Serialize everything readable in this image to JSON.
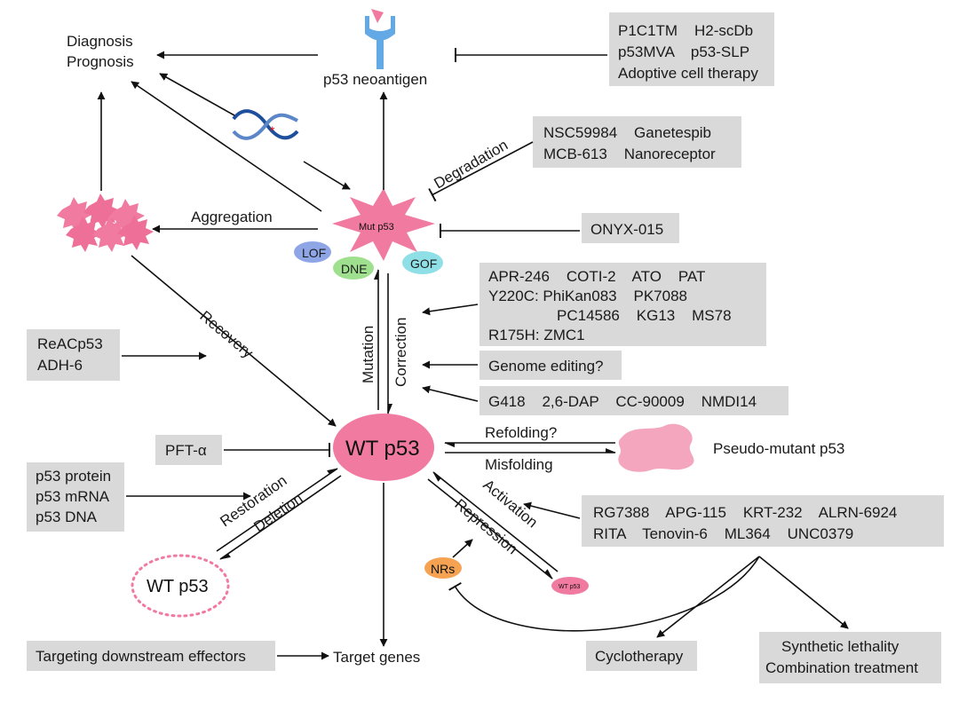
{
  "outcomes": {
    "diagnosis": "Diagnosis",
    "prognosis": "Prognosis",
    "neoantigen": "p53 neoantigen",
    "target_genes": "Target genes",
    "cyclotherapy": "Cyclotherapy",
    "synthetic_lethality": "Synthetic lethality",
    "combination_treatment": "Combination treatment"
  },
  "nodes": {
    "mut_p53": "Mut p53",
    "wt_p53_center": "WT p53",
    "wt_p53_deleted": "WT p53",
    "wt_p53_small": "WT p53",
    "pseudo_mutant": "Pseudo-mutant p53",
    "lof": "LOF",
    "dne": "DNE",
    "gof": "GOF",
    "nrs": "NRs"
  },
  "processes": {
    "aggregation": "Aggregation",
    "degradation": "Degradation",
    "recovery": "Recovery",
    "mutation": "Mutation",
    "correction": "Correction",
    "refolding": "Refolding?",
    "misfolding": "Misfolding",
    "restoration": "Restoration",
    "deletion": "Deletion",
    "activation": "Activation",
    "repression": "Repression"
  },
  "boxes": {
    "immunotherapy": [
      "P1C1TM    H2-scDb",
      "p53MVA    p53-SLP",
      "Adoptive cell therapy"
    ],
    "degraders": [
      "NSC59984    Ganetespib",
      "MCB-613    Nanoreceptor"
    ],
    "onyx": [
      "ONYX-015"
    ],
    "correctors": [
      "APR-246    COTI-2    ATO    PAT",
      "Y220C: PhiKan083    PK7088",
      "PC14586    KG13    MS78",
      "R175H: ZMC1"
    ],
    "genome": [
      "Genome editing?"
    ],
    "readthrough": [
      "G418    2,6-DAP    CC-90009    NMDI14"
    ],
    "recovery_agents": [
      "ReACp53",
      "ADH-6"
    ],
    "pft": [
      "PFT-α"
    ],
    "restoration_agents": [
      "p53 protein",
      "p53 mRNA",
      "p53 DNA"
    ],
    "activators": [
      "RG7388    APG-115    KRT-232    ALRN-6924",
      "RITA    Tenovin-6    ML364    UNC0379"
    ],
    "downstream": [
      "Targeting downstream effectors"
    ]
  },
  "colors": {
    "box_fill": "#d9d9d9",
    "p53_pink": "#f07aa0",
    "lof": "#8fa6e6",
    "dne": "#9fe08f",
    "gof": "#8fe0e6",
    "nrs": "#f5a352"
  }
}
